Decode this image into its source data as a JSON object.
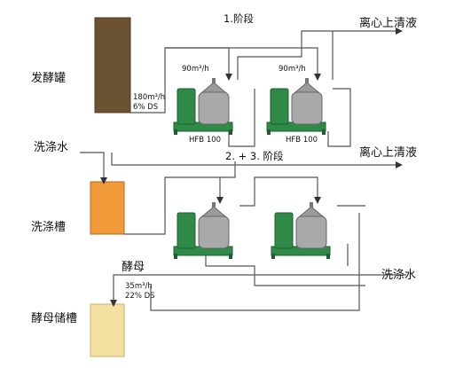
{
  "tanks": {
    "fermenter": "发酵罐",
    "wash_tank": "洗涤槽",
    "yeast_storage": "酵母储槽"
  },
  "inputs": {
    "wash_water_in": "洗涤水",
    "wash_water_out": "洗涤水",
    "yeast": "酵母"
  },
  "stages": {
    "stage1": "1.阶段",
    "stage23": "2. + 3. 阶段"
  },
  "outputs": {
    "supernatant_top": "离心上清液",
    "supernatant_mid": "离心上清液"
  },
  "flows": {
    "feed_rate": "180m³/h",
    "feed_ds": "6% DS",
    "sep1_rate": "90m³/h",
    "sep2_rate": "90m³/h",
    "yeast_rate": "35m³/h",
    "yeast_ds": "22% DS"
  },
  "separators": {
    "model1": "HFB 100",
    "model2": "HFB 100"
  },
  "colors": {
    "fermenter": "#6b5233",
    "wash_tank": "#f09a3a",
    "yeast_storage": "#f3dfa0",
    "motor": "#2f8a48",
    "bowl": "#a9a9a9",
    "base": "#2f8a48",
    "line": "#555555"
  }
}
